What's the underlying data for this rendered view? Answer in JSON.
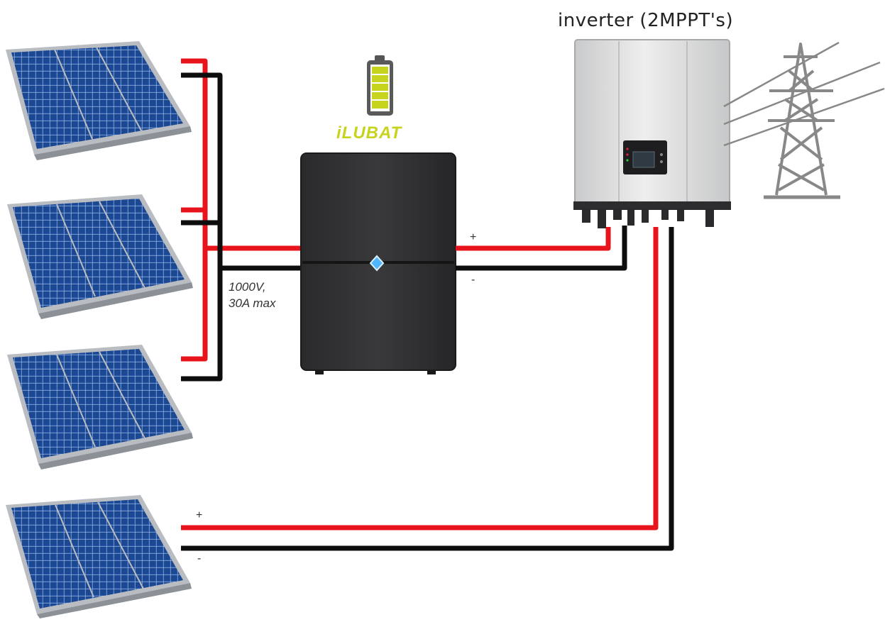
{
  "title": "inverter (2MPPT's)",
  "battery": {
    "brand": "iLUBAT"
  },
  "cable_spec": {
    "voltage": "1000V,",
    "current": "30A max"
  },
  "polarity": {
    "battery_positive": "+",
    "battery_negative": "-",
    "direct_positive": "+",
    "direct_negative": "-"
  },
  "colors": {
    "positive_wire": "#e8141b",
    "negative_wire": "#0d0d0d",
    "panel_cell": "#1f4f9e",
    "panel_frame": "#b8bcc2",
    "battery_body": "#2b2b2d",
    "inverter_body": "#d4d5d6",
    "brand": "#c6d41d",
    "pylon": "#888888",
    "indicator": "#4fb6ff"
  },
  "icons": [
    "solar-panel-icon",
    "battery-charge-icon",
    "transmission-tower-icon",
    "inverter-device",
    "battery-cabinet"
  ]
}
